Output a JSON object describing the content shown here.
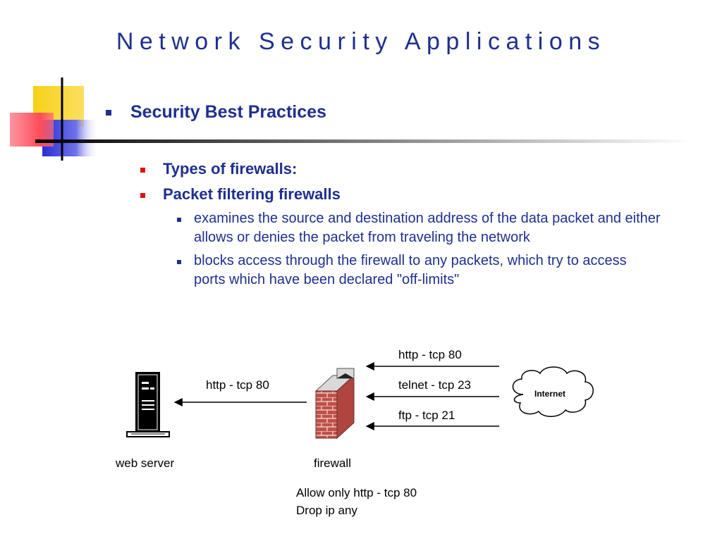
{
  "slide": {
    "title": "Network Security Applications"
  },
  "content": {
    "heading": "Security Best Practices",
    "items": [
      "Types of firewalls:",
      "Packet filtering firewalls"
    ],
    "subitems": [
      "examines the source and destination address of the data packet and either allows or denies the packet from traveling the network",
      "blocks access through the firewall to any packets, which try to access ports which have been declared \"off-limits\""
    ]
  },
  "diagram": {
    "inbound_rules": [
      "http - tcp 80",
      "telnet - tcp 23",
      "ftp - tcp 21"
    ],
    "forwarded_rule": "http - tcp 80",
    "internet_label": "Internet",
    "web_server_label": "web server",
    "firewall_label": "firewall",
    "policy_lines": [
      "Allow only http - tcp 80",
      "Drop ip any"
    ]
  },
  "colors": {
    "title": "#1f2f8f",
    "level1_bullet": "#1f2f8f",
    "level2_bullet": "#e01010",
    "level3_bullet": "#1f2f8f",
    "deco_yellow": "#f7d117",
    "deco_blue": "#2a2fd4",
    "deco_red": "#ff5060"
  }
}
